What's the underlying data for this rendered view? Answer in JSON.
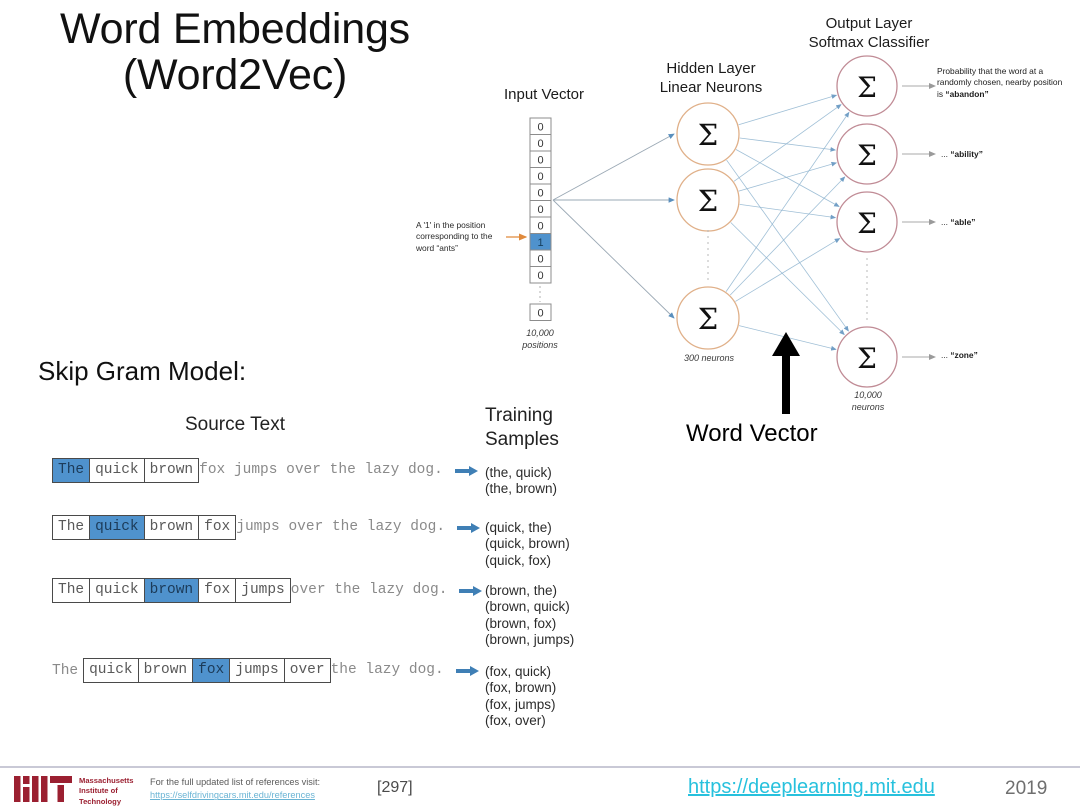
{
  "slide": {
    "title_line1": "Word Embeddings",
    "title_line2": "(Word2Vec)",
    "section_heading": "Skip Gram Model:"
  },
  "columns": {
    "source_text_heading": "Source Text",
    "training_samples_heading_line1": "Training",
    "training_samples_heading_line2": "Samples"
  },
  "source_rows": [
    {
      "lead": "",
      "boxed": [
        {
          "text": "The",
          "highlighted": true
        },
        {
          "text": "quick",
          "highlighted": false
        },
        {
          "text": "brown",
          "highlighted": false
        }
      ],
      "tail": " fox jumps over the lazy dog.",
      "samples": [
        "(the, quick)",
        "(the, brown)"
      ]
    },
    {
      "lead": "",
      "boxed": [
        {
          "text": "The",
          "highlighted": false
        },
        {
          "text": "quick",
          "highlighted": true
        },
        {
          "text": "brown",
          "highlighted": false
        },
        {
          "text": "fox",
          "highlighted": false
        }
      ],
      "tail": " jumps over the lazy dog.",
      "samples": [
        "(quick, the)",
        "(quick, brown)",
        "(quick, fox)"
      ]
    },
    {
      "lead": "",
      "boxed": [
        {
          "text": "The",
          "highlighted": false
        },
        {
          "text": "quick",
          "highlighted": false
        },
        {
          "text": "brown",
          "highlighted": true
        },
        {
          "text": "fox",
          "highlighted": false
        },
        {
          "text": "jumps",
          "highlighted": false
        }
      ],
      "tail": " over the lazy dog.",
      "samples": [
        "(brown, the)",
        "(brown, quick)",
        "(brown, fox)",
        "(brown, jumps)"
      ]
    },
    {
      "lead": "The",
      "boxed": [
        {
          "text": "quick",
          "highlighted": false
        },
        {
          "text": "brown",
          "highlighted": false
        },
        {
          "text": "fox",
          "highlighted": true
        },
        {
          "text": "jumps",
          "highlighted": false
        },
        {
          "text": "over",
          "highlighted": false
        }
      ],
      "tail": " the lazy dog.",
      "samples": [
        "(fox, quick)",
        "(fox, brown)",
        "(fox, jumps)",
        "(fox, over)"
      ]
    }
  ],
  "diagram": {
    "input_vector_label": "Input Vector",
    "hidden_layer_label_line1": "Hidden Layer",
    "hidden_layer_label_line2": "Linear Neurons",
    "output_layer_label_line1": "Output Layer",
    "output_layer_label_line2": "Softmax Classifier",
    "input_cells": [
      "0",
      "0",
      "0",
      "0",
      "0",
      "0",
      "0",
      "1",
      "0",
      "0"
    ],
    "input_hot_index": 7,
    "input_tail_cell": "0",
    "input_caption_line1": "10,000",
    "input_caption_line2": "positions",
    "hidden_caption": "300 neurons",
    "output_caption_line1": "10,000",
    "output_caption_line2": "neurons",
    "annotation_left": "A '1' in the position corresponding to the word “ants”",
    "neuron_glyph": "Σ",
    "output_labels": [
      {
        "prefix": "Probability that the word at a randomly chosen, nearby position is ",
        "word": "“abandon”"
      },
      {
        "prefix": "... ",
        "word": "“ability”"
      },
      {
        "prefix": "... ",
        "word": "“able”"
      },
      {
        "prefix": "... ",
        "word": "“zone”"
      }
    ],
    "word_vector_label": "Word Vector"
  },
  "footer": {
    "mit_wordmark_line1": "Massachusetts",
    "mit_wordmark_line2": "Institute of",
    "mit_wordmark_line3": "Technology",
    "reference_note": "For the full updated list of references visit:",
    "reference_url": "https://selfdrivingcars.mit.edu/references",
    "reference_number": "[297]",
    "site_link": "https://deeplearning.mit.edu",
    "year": "2019"
  },
  "colors": {
    "highlight_blue": "#4f92cd",
    "hidden_neuron_stroke": "#e0b089",
    "output_neuron_stroke": "#c08b95",
    "edge_blue": "#8fb4cf",
    "mit_red": "#9b2031",
    "link_cyan": "#27c1dd",
    "orange_arrow": "#e08a3c"
  }
}
